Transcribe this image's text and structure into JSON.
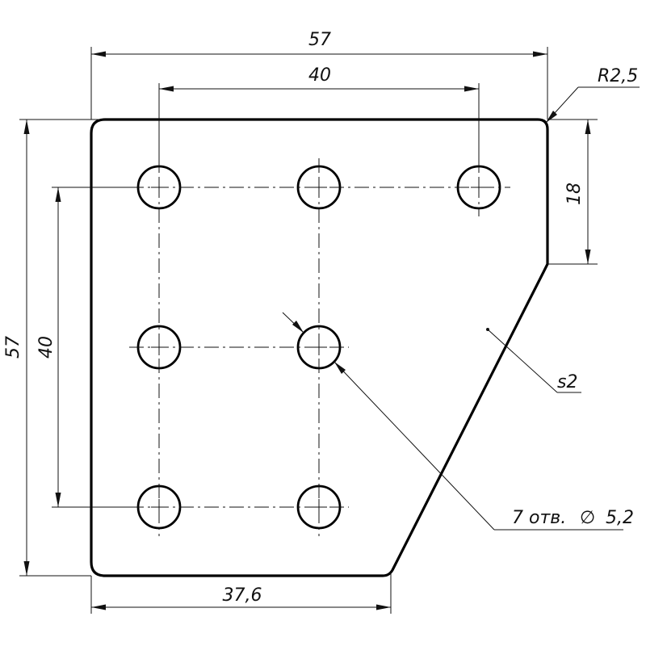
{
  "drawing": {
    "dimensions": {
      "overall_width": "57",
      "hole_spacing_horizontal": "40",
      "overall_height": "57",
      "hole_spacing_vertical": "40",
      "notch_height": "18",
      "bottom_width": "37,6",
      "corner_radius": "R2,5"
    },
    "notes": {
      "thickness": "s2",
      "holes_prefix": "7 отв.",
      "holes_diameter_symbol": "∅",
      "holes_diameter": "5,2"
    }
  }
}
